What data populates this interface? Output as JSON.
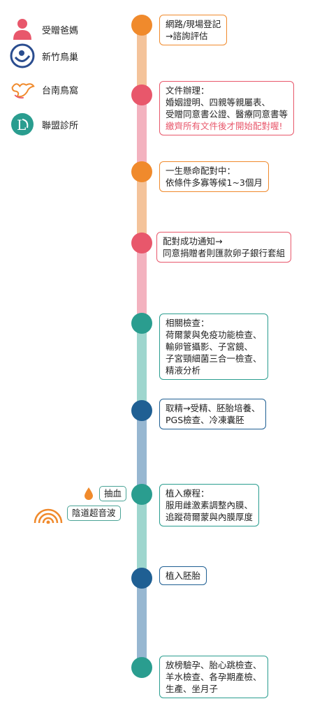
{
  "legend": [
    {
      "label": "受贈爸媽",
      "icon": "person-icon"
    },
    {
      "label": "新竹鳥巢",
      "icon": "nest-logo-icon"
    },
    {
      "label": "台南鳥窩",
      "icon": "bird-logo-icon"
    },
    {
      "label": "聯盟診所",
      "icon": "clinic-logo-icon"
    }
  ],
  "colors": {
    "orange": "#f08a2c",
    "pink": "#e8576b",
    "teal": "#2a9d8f",
    "navy": "#1f5f93",
    "seg_orange": "#f4c39a",
    "seg_pink": "#f3b2bf",
    "seg_teal": "#9ed6ce",
    "seg_blue": "#97b7d1"
  },
  "steps": [
    {
      "lines": [
        "網路/現場登記",
        "→諮詢評估"
      ]
    },
    {
      "lines": [
        "文件辦理：",
        "婚姻證明、四親等親屬表、",
        "受贈同意書公證、醫療同意書等"
      ],
      "highlight": "繳齊所有文件後才開始配對喔!"
    },
    {
      "lines": [
        "一生懸命配對中：",
        "依條件多寡等候1~3個月"
      ]
    },
    {
      "lines": [
        "配對成功通知→",
        "同意捐贈者則匯款卵子銀行套組"
      ]
    },
    {
      "lines": [
        "相關檢查：",
        "荷爾蒙與免疫功能檢查、",
        "輸卵管攝影、子宮鏡、",
        "子宮頸細菌三合一檢查、",
        "精液分析"
      ]
    },
    {
      "lines": [
        "取精→受精、胚胎培養、",
        "PGS檢查、冷凍囊胚"
      ]
    },
    {
      "lines": [
        "植入療程：",
        "服用雌激素調整內膜、",
        "追蹤荷爾蒙與內膜厚度"
      ]
    },
    {
      "lines": [
        "植入胚胎"
      ]
    },
    {
      "lines": [
        "放榜驗孕、胎心跳檢查、",
        "羊水檢查、各孕期產檢、",
        "生產、坐月子"
      ]
    }
  ],
  "side_tags": [
    {
      "label": "抽血",
      "icon": "blood-drop-icon"
    },
    {
      "label": "陰道超音波",
      "icon": "ultrasound-icon"
    }
  ]
}
